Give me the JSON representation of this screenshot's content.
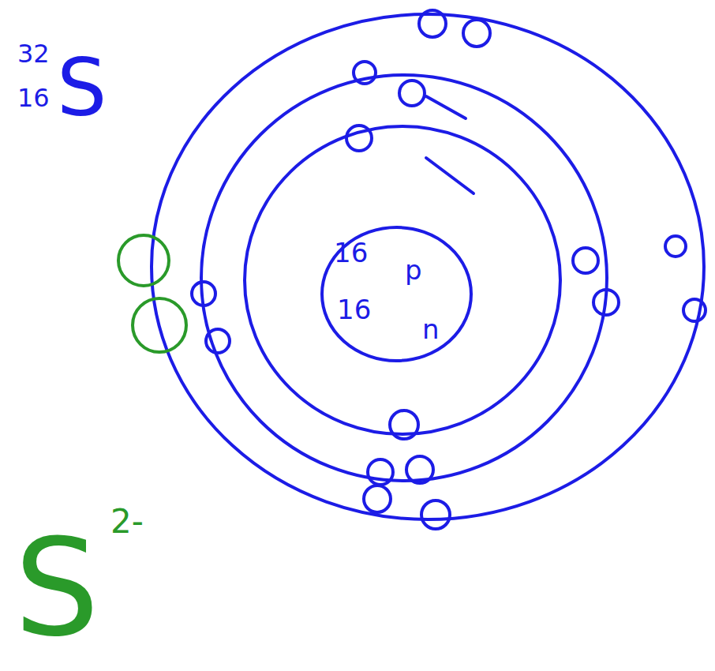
{
  "diagram": {
    "nodes": [
      {
        "text": [
          "16",
          "p",
          "16",
          "n"
        ]
      }
    ],
    "labels": [
      "32",
      "16",
      "S",
      "S",
      "2-"
    ]
  }
}
